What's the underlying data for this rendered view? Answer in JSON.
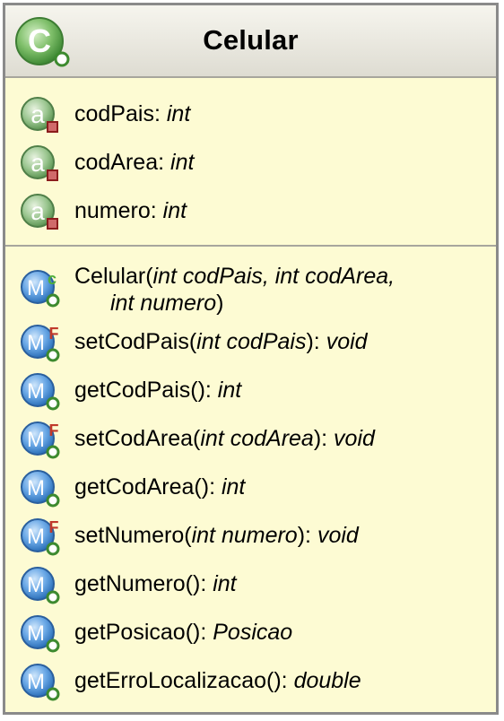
{
  "class": {
    "name": "Celular"
  },
  "colors": {
    "body": "#fdfbd3",
    "header": "#e9e8e0",
    "border": "#8a8a8a",
    "field_icon": "#5c9a5c",
    "method_icon": "#3d86d4",
    "private_marker": "#c0392b",
    "public_marker": "#4fae3a"
  },
  "attributes": [
    {
      "name": "codPais",
      "sep": ": ",
      "type": "int",
      "icon": "field-private-icon"
    },
    {
      "name": "codArea",
      "sep": ": ",
      "type": "int",
      "icon": "field-private-icon"
    },
    {
      "name": "numero",
      "sep": ": ",
      "type": "int",
      "icon": "field-private-icon"
    }
  ],
  "constructor": {
    "name": "Celular(",
    "params_line1": "int codPais, int codArea,",
    "params_line2": "int numero",
    "close": ")",
    "icon": "constructor-icon"
  },
  "methods": [
    {
      "name": "setCodPais(",
      "params": "int codPais",
      "close": "): ",
      "type": "void",
      "icon": "method-final-icon"
    },
    {
      "name": "getCodPais(",
      "params": "",
      "close": "): ",
      "type": "int",
      "icon": "method-public-icon"
    },
    {
      "name": "setCodArea(",
      "params": "int codArea",
      "close": "): ",
      "type": "void",
      "icon": "method-final-icon"
    },
    {
      "name": "getCodArea(",
      "params": "",
      "close": "): ",
      "type": "int",
      "icon": "method-public-icon"
    },
    {
      "name": "setNumero(",
      "params": "int numero",
      "close": "): ",
      "type": "void",
      "icon": "method-final-icon"
    },
    {
      "name": "getNumero(",
      "params": "",
      "close": "): ",
      "type": "int",
      "icon": "method-public-icon"
    },
    {
      "name": "getPosicao(",
      "params": "",
      "close": "): ",
      "type": "Posicao",
      "icon": "method-public-icon"
    },
    {
      "name": "getErroLocalizacao(",
      "params": "",
      "close": "): ",
      "type": "double",
      "icon": "method-public-icon"
    }
  ]
}
